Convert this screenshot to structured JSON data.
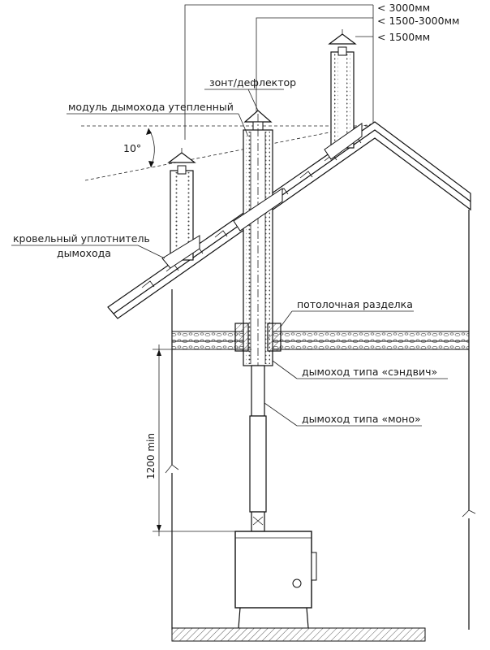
{
  "heights": {
    "over_3000": "< 3000мм",
    "mid_range": "< 1500-3000мм",
    "under_1500": "< 1500мм"
  },
  "labels": {
    "cap": "зонт/дефлектор",
    "insulated_module": "модуль дымохода утепленный",
    "angle": "10°",
    "roof_seal_line1": "кровельный уплотнитель",
    "roof_seal_line2": "дымохода",
    "ceiling_pass": "потолочная разделка",
    "sandwich": "дымоход типа «сэндвич»",
    "mono": "дымоход типа «моно»",
    "min_height": "1200 min"
  }
}
